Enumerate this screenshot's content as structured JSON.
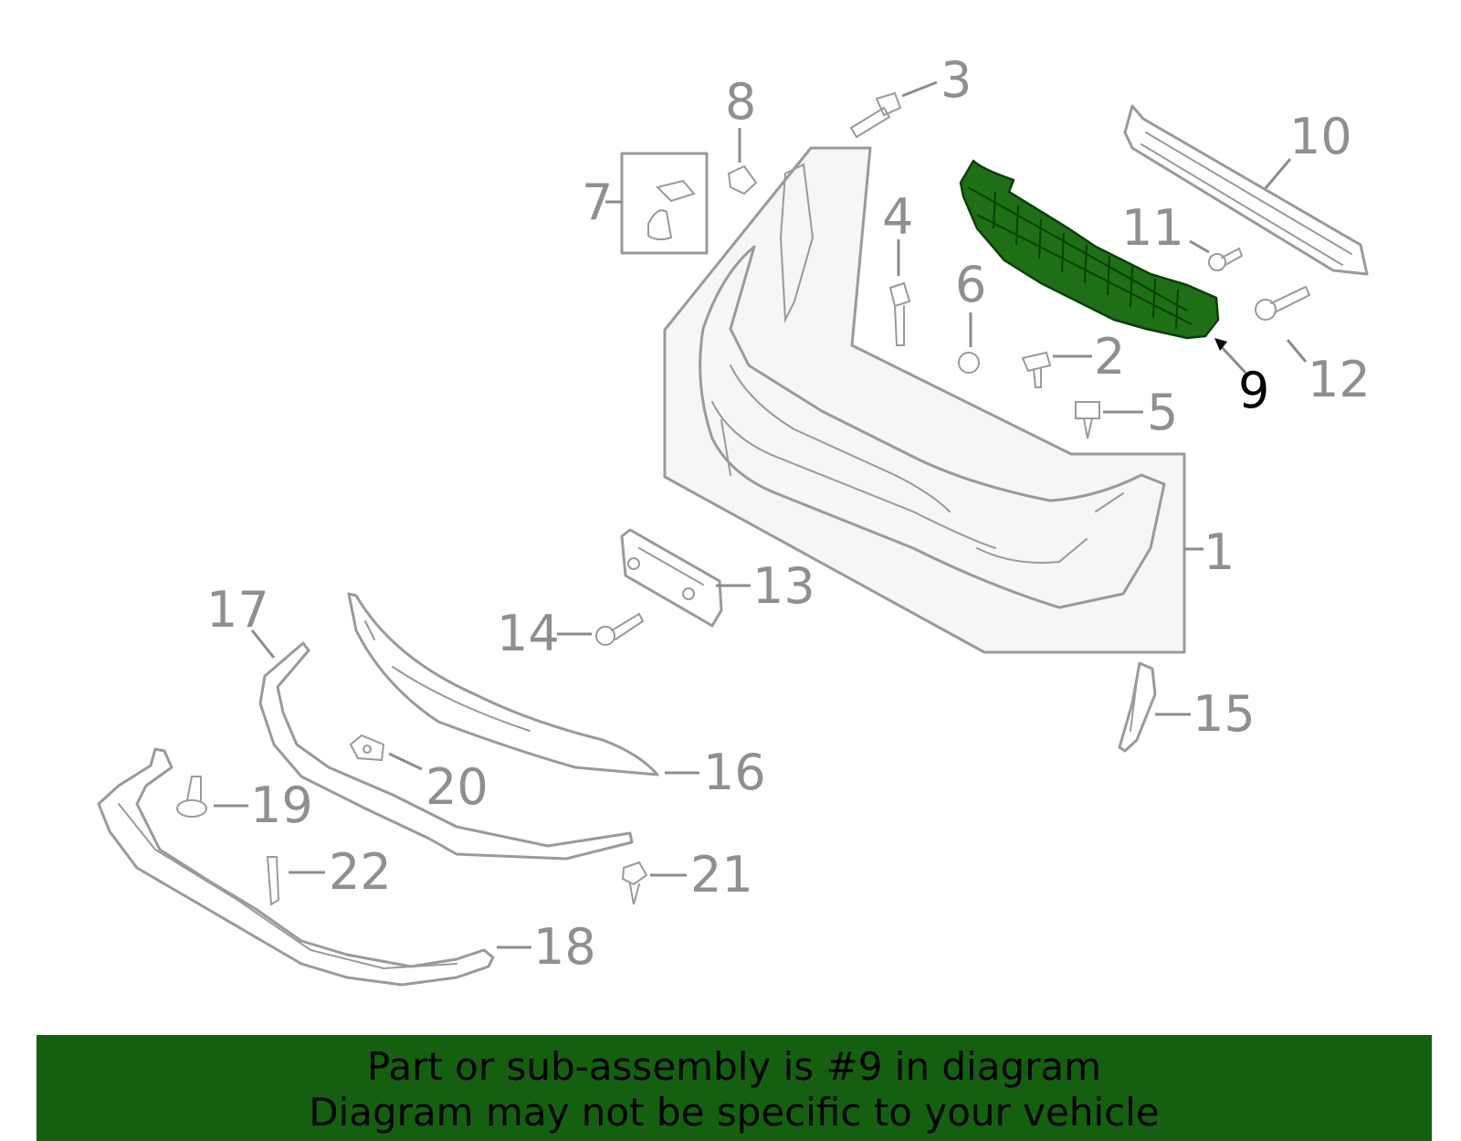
{
  "callouts": {
    "c1": "1",
    "c2": "2",
    "c3": "3",
    "c4": "4",
    "c5": "5",
    "c6": "6",
    "c7": "7",
    "c8": "8",
    "c9": "9",
    "c10": "10",
    "c11": "11",
    "c12": "12",
    "c13": "13",
    "c14": "14",
    "c15": "15",
    "c16": "16",
    "c17": "17",
    "c18": "18",
    "c19": "19",
    "c20": "20",
    "c21": "21",
    "c22": "22"
  },
  "highlight": {
    "part_number": "9",
    "color": "#1e6f16"
  },
  "banner": {
    "line1": "Part or sub-assembly is #9 in diagram",
    "line2": "Diagram may not be specific to your vehicle",
    "color": "#146010"
  }
}
